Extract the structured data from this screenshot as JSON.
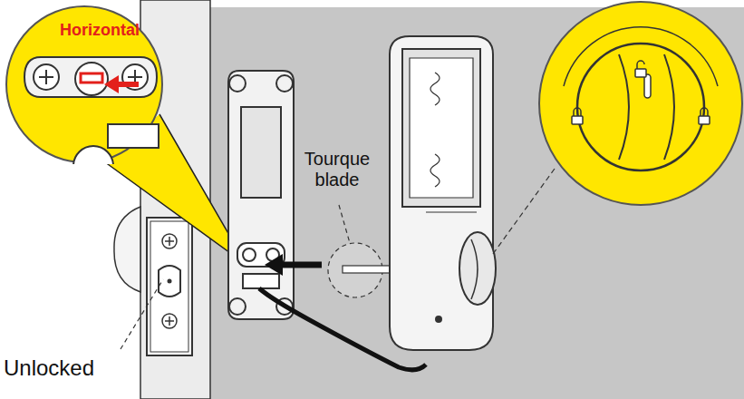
{
  "diagram": {
    "nodes": [
      {
        "text": [
          "Horizontal"
        ]
      }
    ],
    "labels": [
      "Tourque blade",
      "Unlocked"
    ]
  }
}
